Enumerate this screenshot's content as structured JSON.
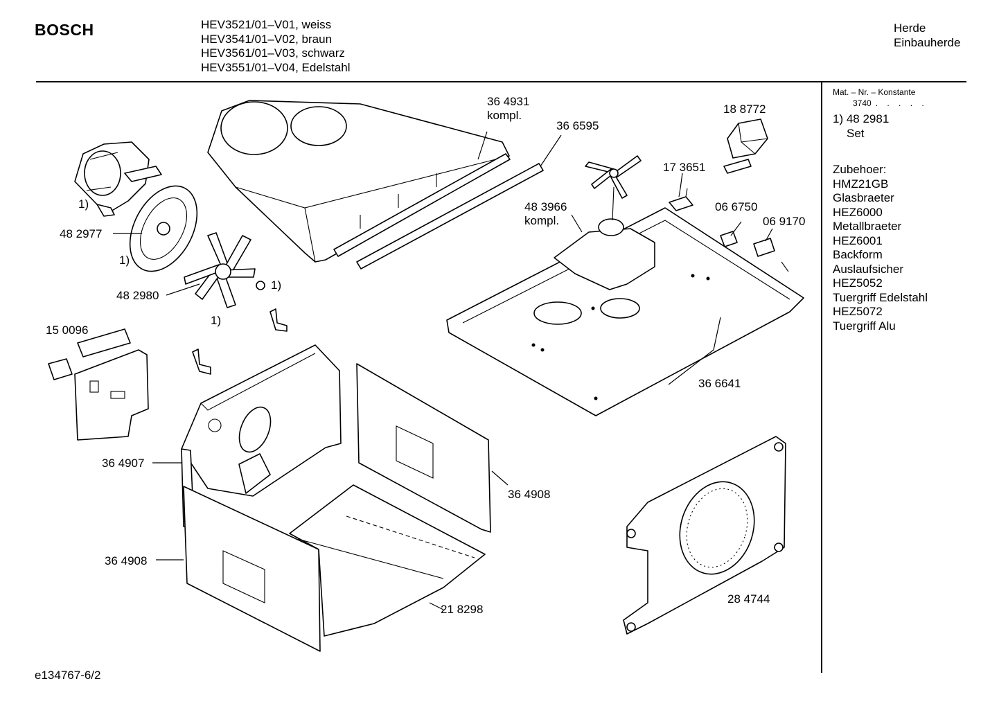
{
  "header": {
    "brand": "BOSCH",
    "models": [
      "HEV3521/01–V01, weiss",
      "HEV3541/01–V02, braun",
      "HEV3561/01–V03, schwarz",
      "HEV3551/01–V04, Edelstahl"
    ],
    "category": [
      "Herde",
      "Einbauherde"
    ]
  },
  "sidebar": {
    "mat_label": "Mat. – Nr. – Konstante",
    "mat_value": "3740",
    "mat_dots": ". . . . .",
    "set_number": "1) 48 2981",
    "set_label": "Set",
    "accessories": [
      "Zubehoer:",
      "HMZ21GB",
      "Glasbraeter",
      "HEZ6000",
      "Metallbraeter",
      "HEZ6001",
      "Backform",
      "Auslaufsicher",
      "HEZ5052",
      "Tuergriff Edelstahl",
      "HEZ5072",
      "Tuergriff Alu"
    ]
  },
  "footer": {
    "doc_id": "e134767-6/2"
  },
  "callouts": {
    "p364931": "36 4931",
    "p364931_note": "kompl.",
    "p366595": "36 6595",
    "p188772": "18 8772",
    "p173651": "17 3651",
    "p483966": "48 3966",
    "p483966_note": "kompl.",
    "p066750": "06 6750",
    "p069170": "06 9170",
    "p482977": "48 2977",
    "p482980": "48 2980",
    "p150096": "15 0096",
    "p366641": "36 6641",
    "p364907": "36 4907",
    "p364908a": "36 4908",
    "p364908b": "36 4908",
    "p218298": "21 8298",
    "p284744": "28 4744",
    "set_mark": "1)"
  }
}
